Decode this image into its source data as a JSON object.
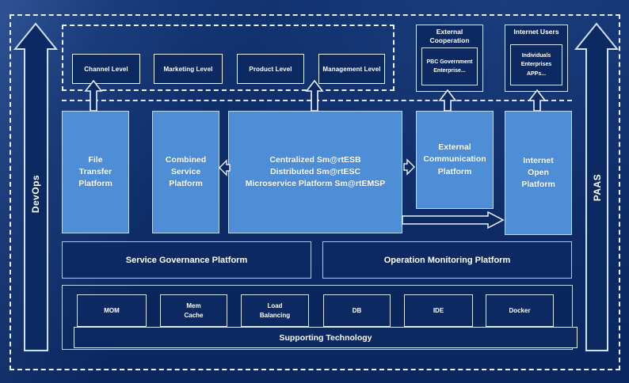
{
  "colors": {
    "background": "#0e2c68",
    "platform_blue": "#4e8ed7",
    "box_navy": "#0c2a61",
    "line_light": "#e9f2fb",
    "border_blue": "#b9d8f4"
  },
  "icons": {
    "up_arrow": "hollow-block-arrow-up",
    "left_arrow": "hollow-block-arrow-left",
    "right_arrow": "hollow-block-arrow-right",
    "long_right_arrow": "hollow-block-arrow-right-long"
  },
  "side_rails": {
    "left_label": "DevOps",
    "right_label": "PAAS"
  },
  "levels_band": {
    "items": [
      {
        "label": "Channel Level"
      },
      {
        "label": "Marketing Level"
      },
      {
        "label": "Product Level"
      },
      {
        "label": "Management Level"
      }
    ]
  },
  "external_cooperation": {
    "title": "External Cooperation",
    "inner": "PBC Government Enterprise..."
  },
  "internet_users": {
    "title": "Internet Users",
    "inner": "Individuals Enterprises APPs..."
  },
  "platforms": {
    "file_transfer": {
      "lines": [
        "File",
        "Transfer",
        "Platform"
      ]
    },
    "combined_service": {
      "lines": [
        "Combined",
        "Service",
        "Platform"
      ]
    },
    "esb": {
      "lines": [
        "Centralized Sm@rtESB",
        "Distributed Sm@rtESC",
        "Microservice Platform Sm@rtEMSP"
      ]
    },
    "external_communication": {
      "lines": [
        "External",
        "Communication",
        "Platform"
      ]
    },
    "internet_open": {
      "lines": [
        "Internet",
        "Open",
        "Platform"
      ]
    }
  },
  "governance_row": {
    "service_governance": "Service Governance Platform",
    "operation_monitoring": "Operation Monitoring Platform"
  },
  "supporting": {
    "banner": "Supporting Technology",
    "items": [
      {
        "label": "MOM"
      },
      {
        "label": "Mem Cache",
        "lines": [
          "Mem",
          "Cache"
        ]
      },
      {
        "label": "Load Balancing",
        "lines": [
          "Load",
          "Balancing"
        ]
      },
      {
        "label": "DB"
      },
      {
        "label": "IDE"
      },
      {
        "label": "Docker"
      }
    ]
  }
}
